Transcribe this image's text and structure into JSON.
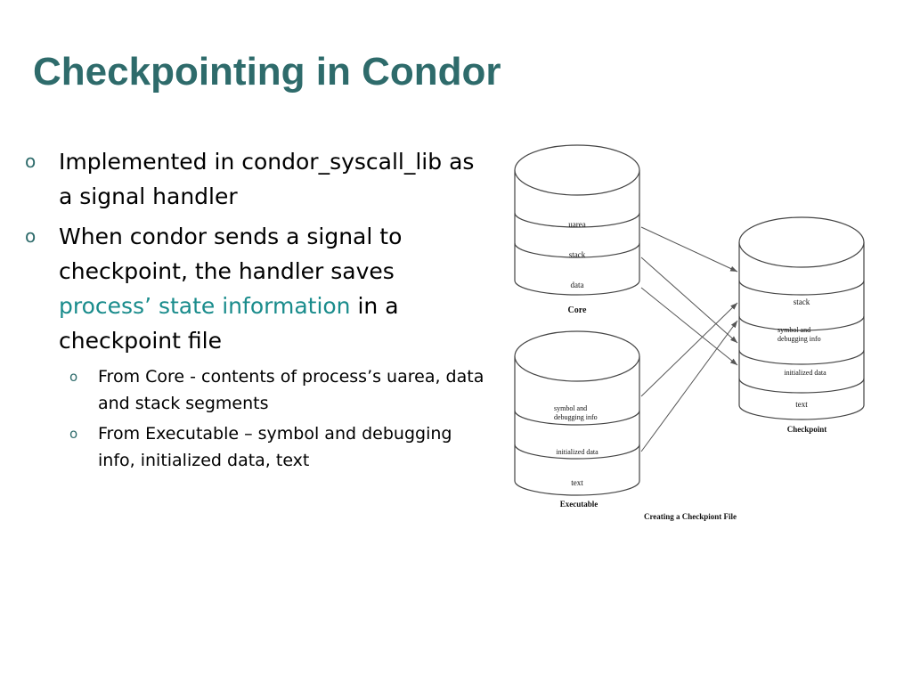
{
  "title": "Checkpointing in Condor",
  "bullets": [
    {
      "text": "Implemented in condor_syscall_lib as a signal handler"
    },
    {
      "pre": "When condor sends a signal to checkpoint, the handler saves ",
      "highlight": "process’ state information",
      "post": " in a checkpoint file"
    }
  ],
  "sub_bullets": [
    "From Core - contents of process’s uarea, data and stack segments",
    "From Executable – symbol and debugging info, initialized data, text"
  ],
  "diagram": {
    "core": {
      "label": "Core",
      "sections": [
        "uarea",
        "stack",
        "data"
      ]
    },
    "executable": {
      "label": "Executable",
      "sections": [
        "symbol and",
        "debugging info",
        "initialized data",
        "text"
      ]
    },
    "checkpoint": {
      "label": "Checkpoint",
      "sections": [
        "stack",
        "symbol and",
        "debugging info",
        "initialized data",
        "text"
      ]
    },
    "caption": "Creating a Checkpiont File"
  }
}
